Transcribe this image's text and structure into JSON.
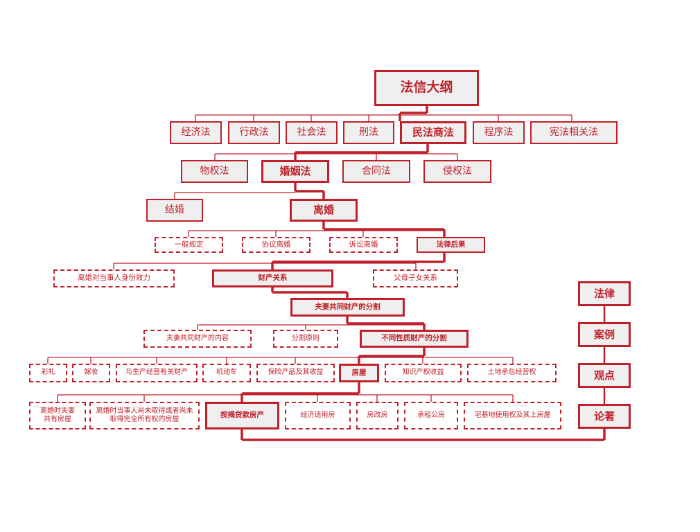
{
  "title": "法信大纲",
  "branches": [
    "经济法",
    "行政法",
    "社会法",
    "刑法",
    "民法商法",
    "程序法",
    "宪法相关法"
  ],
  "civil_branches": [
    "物权法",
    "婚姻法",
    "合同法",
    "侵权法"
  ],
  "marriage_branches": [
    "结婚",
    "离婚"
  ],
  "divorce_branches": [
    "一般规定",
    "协议离婚",
    "诉讼离婚",
    "法律后果"
  ],
  "consequence_branches": [
    "离婚对当事人身份效力",
    "财产关系",
    "父母子女关系"
  ],
  "property_division": "夫妻共同财产的分割",
  "division_branches": [
    "夫妻共同财产的内容",
    "分割原则",
    "不同性质财产的分割"
  ],
  "asset_types": [
    "彩礼",
    "嫁妆",
    "与生产经营有关财产",
    "机动车",
    "保险产品及其收益",
    "房屋",
    "知识产权收益",
    "土地承包经营权"
  ],
  "house_types": [
    "离婚时夫妻共有房屋",
    "离婚时当事人尚未取得或者尚未取得完全所有权的房屋",
    "按揭贷款房产",
    "经济适用房",
    "房改房",
    "承租公房",
    "宅基地使用权及其上房屋"
  ],
  "sidebar": [
    "法律",
    "案例",
    "观点",
    "论著"
  ],
  "colors": {
    "accent": "#c0202a",
    "fill": "#efefef",
    "line": "#c0202a"
  }
}
